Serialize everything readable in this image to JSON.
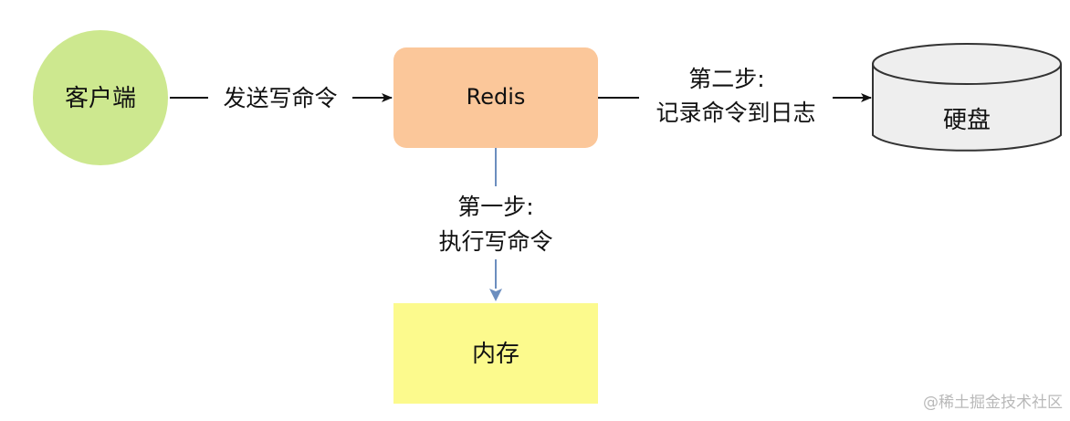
{
  "nodes": {
    "client": {
      "label": "客户端",
      "fill": "#cde88f"
    },
    "redis": {
      "label": "Redis",
      "fill": "#fbc79a"
    },
    "disk": {
      "label": "硬盘",
      "fill": "#eeeeee",
      "stroke": "#333333"
    },
    "memory": {
      "label": "内存",
      "fill": "#fcfa8d"
    }
  },
  "edges": {
    "send": {
      "label": "发送写命令"
    },
    "step1": {
      "line1": "第一步:",
      "line2": "执行写命令",
      "color": "#6c8ebf"
    },
    "step2": {
      "line1": "第二步:",
      "line2": "记录命令到日志"
    }
  },
  "watermark": "@稀土掘金技术社区"
}
